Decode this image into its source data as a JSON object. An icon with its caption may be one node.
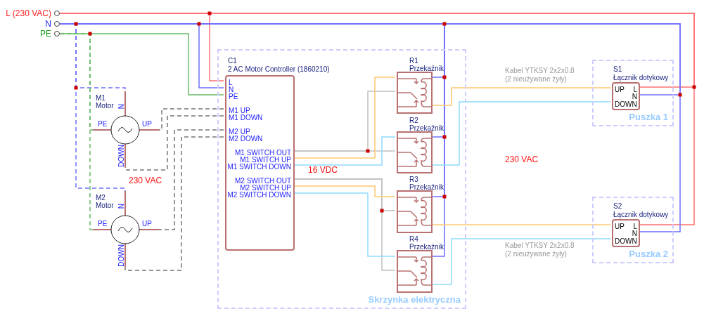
{
  "diagram": {
    "nodes": [
      {
        "text": [
          "L (230 VAC)"
        ]
      },
      {
        "text": [
          "N"
        ]
      },
      {
        "text": [
          "PE"
        ]
      },
      {
        "text": [
          "M1",
          "Motor",
          "N",
          "PE",
          "UP",
          "DOWN"
        ]
      },
      {
        "text": [
          "M2",
          "Motor",
          "N",
          "PE",
          "UP",
          "DOWN"
        ]
      },
      {
        "text": [
          "Skrzynka elektryczna"
        ]
      },
      {
        "text": [
          "C1",
          "2 AC Motor Controller (1860210)",
          "L",
          "N",
          "PE",
          "M1 UP",
          "M1 DOWN",
          "M2 UP",
          "M2 DOWN",
          "M1 SWITCH OUT",
          "M1 SWITCH UP",
          "M1 SWITCH DOWN",
          "M2 SWITCH OUT",
          "M2 SWITCH UP",
          "M2 SWITCH DOWN"
        ],
        "in": 5
      },
      {
        "text": [
          "R1",
          "Przekaźnik"
        ],
        "in": 5
      },
      {
        "text": [
          "R2",
          "Przekaźnik"
        ],
        "in": 5
      },
      {
        "text": [
          "R3",
          "Przekaźnik"
        ],
        "in": 5
      },
      {
        "text": [
          "R4",
          "Przekaźnik"
        ],
        "in": 5
      },
      {
        "text": [
          "Puszka 1"
        ]
      },
      {
        "text": [
          "S1",
          "Łącznik dotykowy",
          "UP",
          "L",
          "N",
          "DOWN"
        ],
        "in": 11
      },
      {
        "text": [
          "Puszka 2"
        ]
      },
      {
        "text": [
          "S2",
          "Łącznik dotykowy",
          "UP",
          "L",
          "N",
          "DOWN"
        ],
        "in": 13
      }
    ],
    "edges": [
      {
        "from": 0,
        "to": 6,
        "arrow": "none",
        "color": "#ff7070"
      },
      {
        "from": 0,
        "to": 12,
        "arrow": "none",
        "color": "#ff7070"
      },
      {
        "from": 0,
        "to": 14,
        "arrow": "none",
        "color": "#ff7070"
      },
      {
        "from": 1,
        "to": 6,
        "arrow": "none",
        "color": "#6f6fff"
      },
      {
        "from": 1,
        "to": 7,
        "arrow": "none",
        "color": "#6f6fff"
      },
      {
        "from": 1,
        "to": 8,
        "arrow": "none",
        "color": "#6f6fff"
      },
      {
        "from": 1,
        "to": 9,
        "arrow": "none",
        "color": "#6f6fff"
      },
      {
        "from": 1,
        "to": 10,
        "arrow": "none",
        "color": "#6f6fff"
      },
      {
        "from": 1,
        "to": 12,
        "arrow": "none",
        "color": "#6f6fff"
      },
      {
        "from": 1,
        "to": 14,
        "arrow": "none",
        "color": "#6f6fff"
      },
      {
        "from": 1,
        "to": 3,
        "arrow": "none",
        "style": "dashed",
        "color": "#6f6fff"
      },
      {
        "from": 1,
        "to": 4,
        "arrow": "none",
        "style": "dashed",
        "color": "#6f6fff"
      },
      {
        "from": 2,
        "to": 6,
        "arrow": "none",
        "color": "#66bb66"
      },
      {
        "from": 2,
        "to": 3,
        "arrow": "none",
        "style": "dashed",
        "color": "#66bb66"
      },
      {
        "from": 2,
        "to": 4,
        "arrow": "none",
        "style": "dashed",
        "color": "#66bb66"
      },
      {
        "from": 6,
        "to": 3,
        "arrow": "none",
        "style": "dashed",
        "color": "#777777"
      },
      {
        "from": 6,
        "to": 3,
        "arrow": "none",
        "style": "dashed",
        "color": "#777777"
      },
      {
        "from": 6,
        "to": 4,
        "arrow": "none",
        "style": "dashed",
        "color": "#777777"
      },
      {
        "from": 6,
        "to": 4,
        "arrow": "none",
        "style": "dashed",
        "color": "#777777"
      },
      {
        "from": 6,
        "to": 7,
        "arrow": "none",
        "color": "#c0c0c0"
      },
      {
        "from": 6,
        "to": 8,
        "arrow": "none",
        "color": "#c0c0c0"
      },
      {
        "from": 6,
        "to": 7,
        "arrow": "none",
        "color": "#ffc870"
      },
      {
        "from": 6,
        "to": 8,
        "arrow": "none",
        "color": "#90dcff"
      },
      {
        "from": 6,
        "to": 9,
        "arrow": "none",
        "color": "#c0c0c0"
      },
      {
        "from": 6,
        "to": 10,
        "arrow": "none",
        "color": "#c0c0c0"
      },
      {
        "from": 6,
        "to": 9,
        "arrow": "none",
        "color": "#ffc870"
      },
      {
        "from": 6,
        "to": 10,
        "arrow": "none",
        "color": "#90dcff"
      },
      {
        "from": 7,
        "to": 12,
        "arrow": "none",
        "color": "#ffc870"
      },
      {
        "from": 8,
        "to": 12,
        "arrow": "none",
        "color": "#90dcff"
      },
      {
        "from": 9,
        "to": 14,
        "arrow": "none",
        "color": "#ffc870"
      },
      {
        "from": 10,
        "to": 14,
        "arrow": "none",
        "color": "#90dcff"
      }
    ],
    "labels": [
      "Kabel YTKSY 2x2x0.8 (2 nieużywane żyły)",
      "230 VAC",
      "16 VDC",
      "230 VAC",
      "Kabel YTKSY 2x2x0.8 (2 nieużywane żyły)"
    ]
  }
}
